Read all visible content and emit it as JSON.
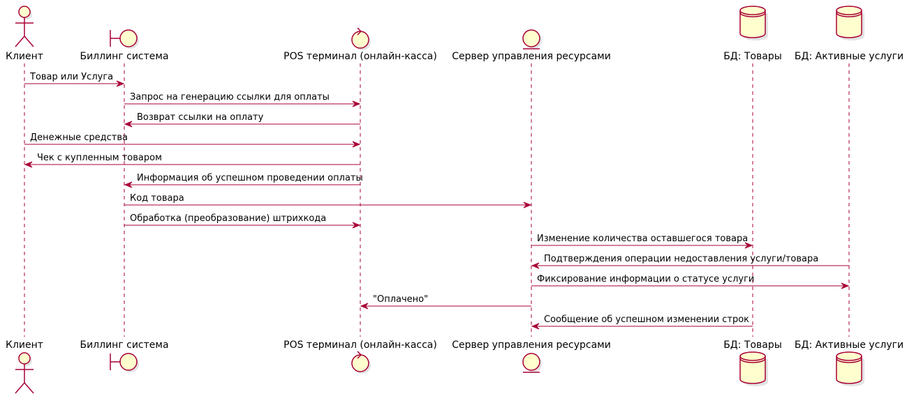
{
  "colors": {
    "line": "#A80036",
    "fill": "#FEFECE",
    "text": "#000000"
  },
  "participants": [
    {
      "id": "client",
      "kind": "actor",
      "label": "Клиент"
    },
    {
      "id": "billing",
      "kind": "boundary",
      "label": "Биллинг система"
    },
    {
      "id": "pos",
      "kind": "control",
      "label": "POS терминал (онлайн-касса)"
    },
    {
      "id": "server",
      "kind": "entity",
      "label": "Сервер управления ресурсами"
    },
    {
      "id": "db_goods",
      "kind": "database",
      "label": "БД: Товары"
    },
    {
      "id": "db_serv",
      "kind": "database",
      "label": "БД: Активные услуги"
    }
  ],
  "messages": [
    {
      "from": "client",
      "to": "billing",
      "label": "Товар или Услуга"
    },
    {
      "from": "billing",
      "to": "pos",
      "label": "Запрос на генерацию ссылки для оплаты"
    },
    {
      "from": "pos",
      "to": "billing",
      "label": "Возврат ссылки на оплату"
    },
    {
      "from": "client",
      "to": "pos",
      "label": "Денежные средства"
    },
    {
      "from": "pos",
      "to": "client",
      "label": "Чек с купленным товаром"
    },
    {
      "from": "pos",
      "to": "billing",
      "label": "Информация об успешном проведении оплаты"
    },
    {
      "from": "billing",
      "to": "server",
      "label": "Код товара"
    },
    {
      "from": "billing",
      "to": "pos",
      "label": "Обработка (преобразование) штрихкода"
    },
    {
      "from": "server",
      "to": "db_goods",
      "label": "Изменение количества оставшегося товара"
    },
    {
      "from": "db_serv",
      "to": "server",
      "label": "Подтверждения операции недоставления услуги/товара"
    },
    {
      "from": "server",
      "to": "db_serv",
      "label": "Фиксирование информации о статусе услуги"
    },
    {
      "from": "server",
      "to": "pos",
      "label": "\"Оплачено\""
    },
    {
      "from": "db_goods",
      "to": "server",
      "label": "Сообщение об успешном изменении строк"
    }
  ]
}
